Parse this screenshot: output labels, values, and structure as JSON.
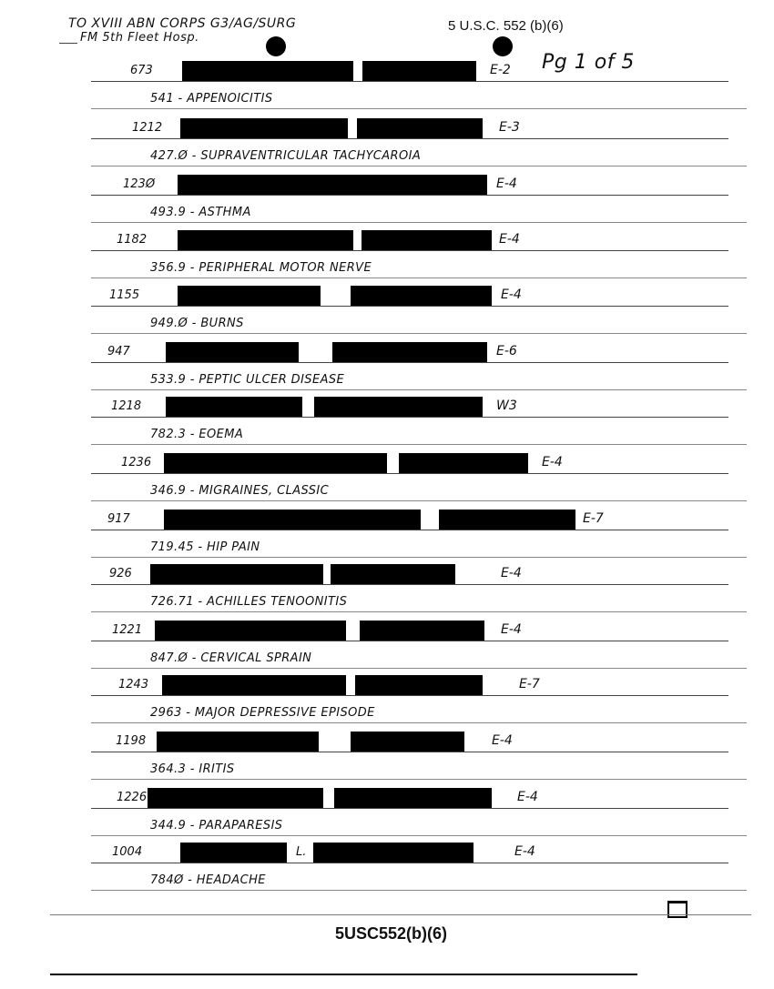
{
  "header": {
    "to_line": "TO XVIII ABN CORPS G3/AG/SURG",
    "from_line": "FM 5th Fleet Hosp.",
    "exemption_top": "5 U.S.C. 552 (b)(6)",
    "page_label": "Pg 1 of 5"
  },
  "entries": [
    {
      "number": "673",
      "grade": "E-2",
      "diagnosis": "541 - APPENOICITIS"
    },
    {
      "number": "1212",
      "grade": "E-3",
      "diagnosis": "427.Ø - SUPRAVENTRICULAR TACHYCAROIA"
    },
    {
      "number": "123Ø",
      "grade": "E-4",
      "diagnosis": "493.9 - ASTHMA"
    },
    {
      "number": "1182",
      "grade": "E-4",
      "diagnosis": "356.9 - PERIPHERAL MOTOR NERVE"
    },
    {
      "number": "1155",
      "grade": "E-4",
      "diagnosis": "949.Ø - BURNS"
    },
    {
      "number": "947",
      "grade": "E-6",
      "diagnosis": "533.9 - PEPTIC ULCER DISEASE"
    },
    {
      "number": "1218",
      "grade": "W3",
      "diagnosis": "782.3 - EOEMA"
    },
    {
      "number": "1236",
      "grade": "E-4",
      "diagnosis": "346.9 - MIGRAINES, CLASSIC"
    },
    {
      "number": "917",
      "grade": "E-7",
      "diagnosis": "719.45 - HIP PAIN"
    },
    {
      "number": "926",
      "grade": "E-4",
      "diagnosis": "726.71 - ACHILLES TENOONITIS"
    },
    {
      "number": "1221",
      "grade": "E-4",
      "diagnosis": "847.Ø - CERVICAL SPRAIN"
    },
    {
      "number": "1243",
      "grade": "E-7",
      "diagnosis": "2963 - MAJOR DEPRESSIVE EPISODE"
    },
    {
      "number": "1198",
      "grade": "E-4",
      "diagnosis": "364.3 - IRITIS"
    },
    {
      "number": "1226",
      "grade": "E-4",
      "diagnosis": "344.9 - PARAPARESIS"
    },
    {
      "number": "1004",
      "grade": "E-4",
      "diagnosis": "784Ø - HEADACHE",
      "mid_mark": "L."
    }
  ],
  "footer": {
    "exemption_bottom": "5USC552(b)(6)"
  }
}
